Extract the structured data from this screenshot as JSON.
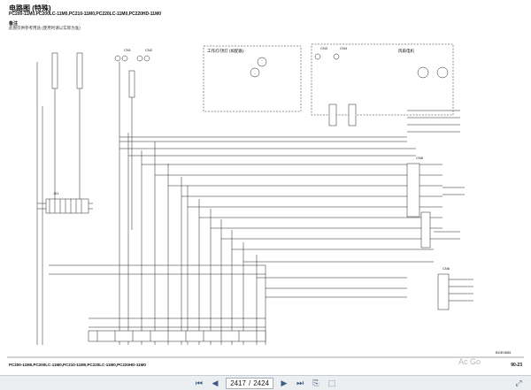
{
  "document": {
    "title": "电路图 (特殊)",
    "model_header": "PC200-11M0,PC200LC-11M0,PC210-11M0,PC220LC-11M0,PC220HD-11M0",
    "note_label": "备注",
    "note_text": "此图仅供参考用途 (使用时请以实际为准)",
    "footer_model": "PC200-11M0,PC200LC-11M0,PC210-11M0,PC220LC-11M0,PC220HD-11M0",
    "page_number": "90-23",
    "doc_id": "BGE0855",
    "subdiagram_left_label": "工作灯/顶灯 (如配备)",
    "subdiagram_right_label": "风扇电机",
    "watermark": "Ac Go"
  },
  "toolbar": {
    "current_page": "2417",
    "separator": "/",
    "total_pages": "2424"
  },
  "icons": {
    "first": "first-page-icon",
    "prev": "prev-page-icon",
    "next": "next-page-icon",
    "last": "last-page-icon",
    "save": "save-icon",
    "fit": "fit-page-icon",
    "zoom": "zoom-icon"
  }
}
